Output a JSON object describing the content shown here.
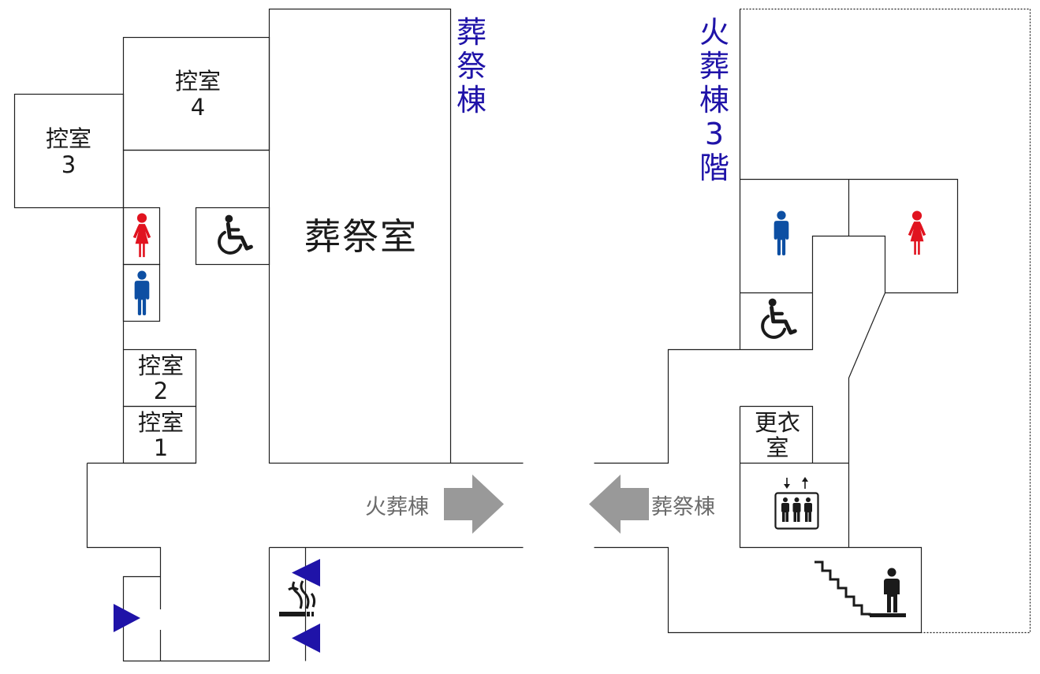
{
  "colors": {
    "wall": "#1f1f1f",
    "title": "#1f13a8",
    "female": "#e1131f",
    "male": "#0d4fa3",
    "arrow": "#999999",
    "arrow_text": "#6b6b6b",
    "exit_marker": "#1f13a8",
    "icon_dark": "#1a1a1a"
  },
  "left_building": {
    "title_chars": [
      "葬",
      "祭",
      "棟"
    ],
    "rooms": {
      "waiting_4": {
        "line1": "控室",
        "line2": "4"
      },
      "waiting_3": {
        "line1": "控室",
        "line2": "3"
      },
      "waiting_2": {
        "line1": "控室",
        "line2": "2"
      },
      "waiting_1": {
        "line1": "控室",
        "line2": "1"
      },
      "funeral_hall": "葬祭室"
    },
    "passage_arrow": {
      "label": "火葬棟",
      "direction": "right"
    },
    "icons": [
      "female-restroom-icon",
      "male-restroom-icon",
      "wheelchair-icon",
      "smoking-area-icon",
      "exit-marker-icon"
    ]
  },
  "right_building": {
    "title_chars": [
      "火",
      "葬",
      "棟",
      "3",
      "階"
    ],
    "rooms": {
      "changing_room": {
        "line1": "更衣",
        "line2": "室"
      }
    },
    "passage_arrow": {
      "label": "葬祭棟",
      "direction": "left"
    },
    "icons": [
      "male-restroom-icon",
      "female-restroom-icon",
      "wheelchair-icon",
      "elevator-icon",
      "stairs-icon"
    ]
  }
}
